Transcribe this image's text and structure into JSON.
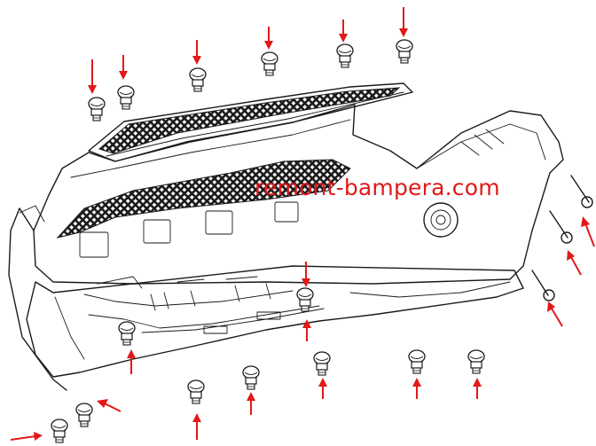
{
  "watermark": {
    "text": "remont-bampera.com",
    "color": "#e11919"
  },
  "colors": {
    "arrow": "#e11919",
    "line": "#1a1a1a",
    "background": "#ffffff"
  },
  "fastener_icon": "push-clip-fastener",
  "arrow_icon": "red-down-arrow"
}
